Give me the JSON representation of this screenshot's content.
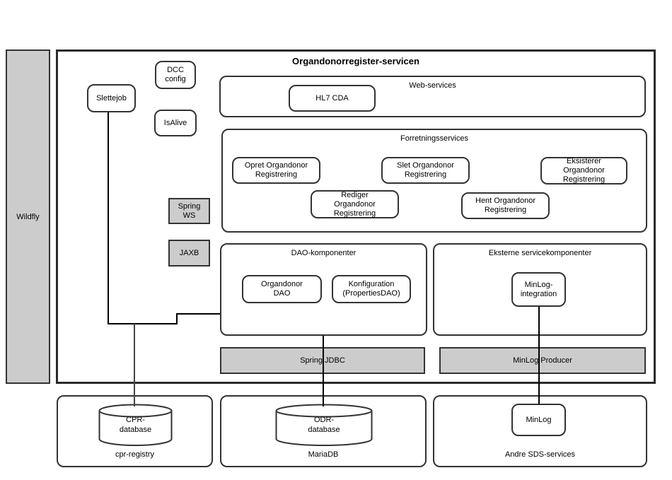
{
  "title": "Organdonorregister-servicen",
  "wildfly_label": "Wildfly",
  "boxes": {
    "dcc_config": "DCC\nconfig",
    "slettejob": "Slettejob",
    "isalive": "IsAlive",
    "hl7_cda": "HL7 CDA",
    "spring_ws": "Spring\nWS",
    "jaxb": "JAXB",
    "spring_jdbc": "Spring JDBC",
    "minlog_producer": "MinLog Producer"
  },
  "web_services": {
    "label": "Web-services"
  },
  "forretningsservices": {
    "label": "Forretningsservices",
    "services": [
      "Opret Organdonor\nRegistrering",
      "Slet Organdonor\nRegistrering",
      "Eksisterer\nOrgandonor\nRegistrering",
      "Rediger\nOrgandonor\nRegistrering",
      "Hent Organdonor\nRegistrering"
    ]
  },
  "dao": {
    "label": "DAO-komponenter",
    "organdonor_dao": "Organdonor\nDAO",
    "konfiguration": "Konfiguration\n(PropertiesDAO)"
  },
  "eksterne": {
    "label": "Eksterne servicekomponenter",
    "minlog_integration": "MinLog-\nintegration"
  },
  "infrastructure": {
    "cpr": {
      "label": "cpr-registry",
      "database": "CPR-\ndatabase"
    },
    "maria": {
      "label": "MariaDB",
      "database": "ODR-\ndatabase"
    },
    "andre": {
      "label": "Andre SDS-services",
      "service": "MinLog"
    }
  },
  "colors": {
    "gray_fill": "#cccccc",
    "border": "#333333",
    "frame": "#2b2b2b",
    "line": "#000000",
    "background": "#ffffff"
  }
}
